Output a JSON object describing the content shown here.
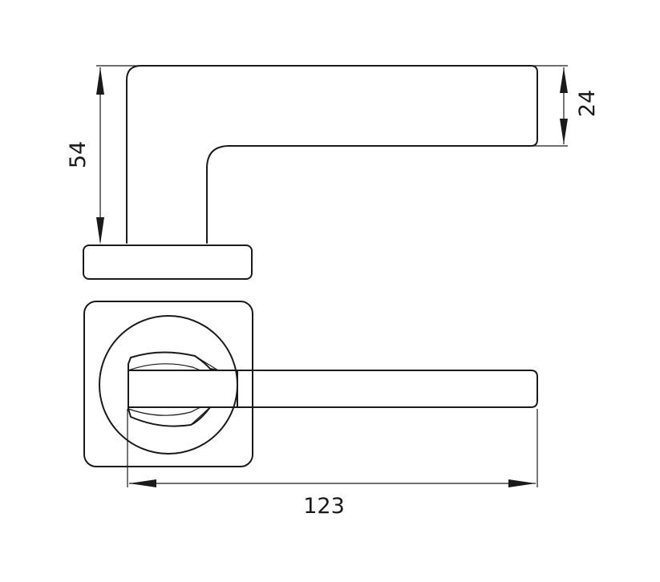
{
  "dimensions": {
    "height_overall": "54",
    "height_lever": "24",
    "length_overall": "123"
  },
  "colors": {
    "line": "#1a1a1a",
    "background": "#ffffff"
  }
}
